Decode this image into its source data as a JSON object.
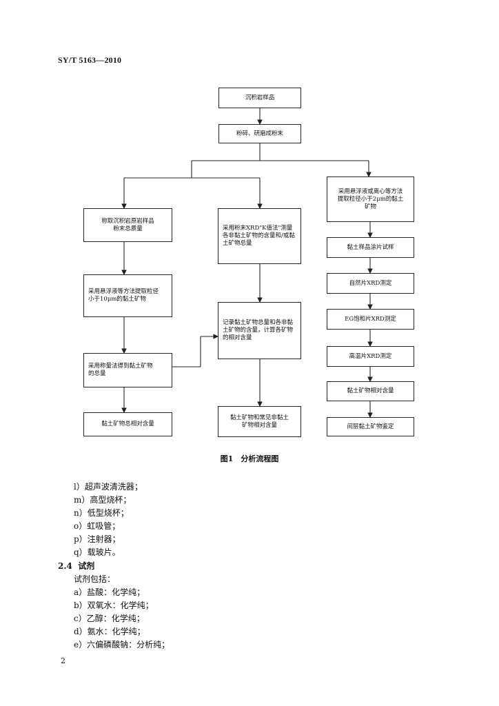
{
  "header": {
    "doc_code": "SY/T 5163—2010"
  },
  "flowchart": {
    "top": [
      "沉积岩样品",
      "粉碎、研磨成粉末"
    ],
    "left": [
      "称取沉积岩原岩样品粉末总质量",
      "采用悬浮液等方法提取粒径小于10μm的黏土矿物",
      "采用称量法得到黏土矿物的总量",
      "黏土矿物总相对含量"
    ],
    "middle": [
      "采用粉末XRD\"K值法\"测量各非黏土矿物的含量和/或黏土矿物总量",
      "记录黏土矿物总量和各非黏土矿物的含量，计算各矿物的相对含量",
      "黏土矿物和常见非黏土矿物相对含量"
    ],
    "right": [
      "采用悬浮液或离心等方法提取粒径小于2μm的黏土矿物",
      "黏土样品涂片试样",
      "自然片XRD测定",
      "EG饱和片XRD测定",
      "高温片XRD测定",
      "黏土矿物相对含量",
      "间层黏土矿物鉴定"
    ]
  },
  "figure_caption": "图1　分析流程图",
  "items_top": [
    "l）超声波清洗器；",
    "m）高型烧杯；",
    "n）低型烧杯；",
    "o）虹吸管；",
    "p）注射器；",
    "q）载玻片。"
  ],
  "section": {
    "number": "2.4",
    "title": "试剂"
  },
  "reagents_intro": "试剂包括：",
  "reagents": [
    "a）盐酸：化学纯；",
    "b）双氧水：化学纯；",
    "c）乙醇：化学纯；",
    "d）氨水：化学纯；",
    "e）六偏磷酸钠：分析纯；"
  ],
  "page_number": "2"
}
